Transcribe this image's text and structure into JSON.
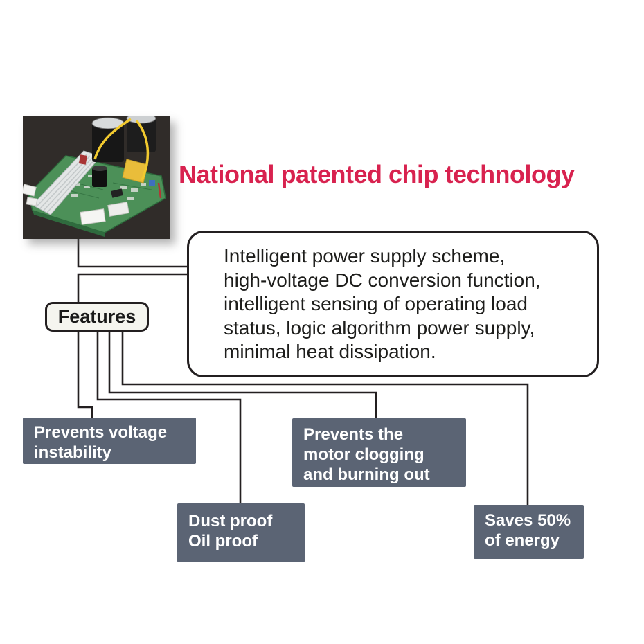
{
  "title": "National patented chip technology",
  "photo": {
    "label": "circuit-board-photo"
  },
  "description_box": {
    "lines": [
      "Intelligent power supply scheme,",
      "high-voltage DC conversion function,",
      "intelligent sensing of operating load",
      "status, logic algorithm power supply,",
      "minimal heat dissipation."
    ]
  },
  "features_label": "Features",
  "feature_boxes": [
    {
      "id": "voltage-instability",
      "lines": [
        "Prevents voltage",
        "instability"
      ]
    },
    {
      "id": "motor-protection",
      "lines": [
        "Prevents the",
        "motor clogging",
        "and burning out"
      ]
    },
    {
      "id": "dust-oil-proof",
      "lines": [
        "Dust proof",
        "Oil proof"
      ]
    },
    {
      "id": "energy-saving",
      "lines": [
        "Saves 50%",
        "of energy"
      ]
    }
  ],
  "colors": {
    "title_red": "#d8224f",
    "feature_box_bg": "#5b6474",
    "feature_box_text": "#ffffff",
    "connector_line": "#231f20",
    "features_label_bg": "#f5f5ef",
    "background": "#ffffff"
  }
}
